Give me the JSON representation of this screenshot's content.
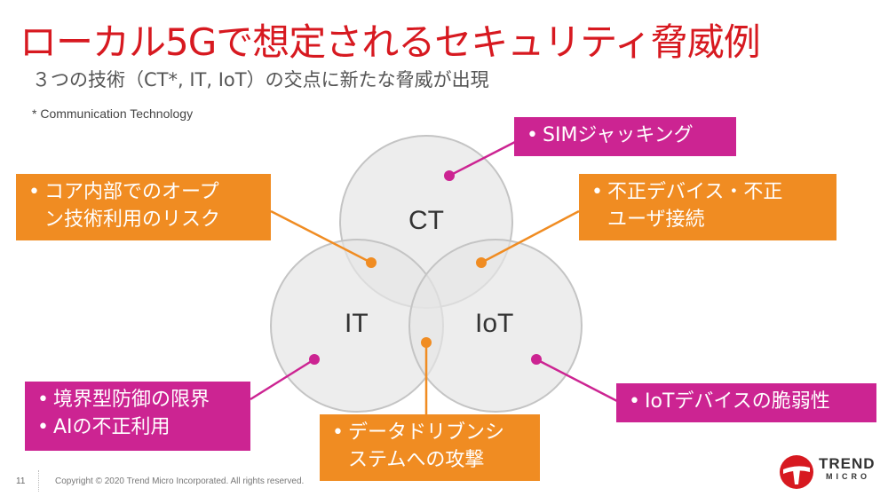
{
  "header": {
    "title": "ローカル5Gで想定されるセキュリティ脅威例",
    "subtitle": "３つの技術（CT*, IT, IoT）の交点に新たな脅威が出現",
    "footnote": "* Communication Technology"
  },
  "circles": {
    "ct": "CT",
    "it": "IT",
    "iot": "IoT"
  },
  "threats": {
    "sim": {
      "bullet": "•",
      "lines": [
        "SIMジャッキング"
      ]
    },
    "core": {
      "bullet": "•",
      "lines": [
        "コア内部でのオープ",
        "ン技術利用のリスク"
      ]
    },
    "device": {
      "bullet": "•",
      "lines": [
        "不正デバイス・不正",
        "ユーザ接続"
      ]
    },
    "boundary": {
      "bullet": "•",
      "lines": [
        "境界型防御の限界",
        "AIの不正利用"
      ]
    },
    "data": {
      "bullet": "•",
      "lines": [
        "データドリブンシ",
        "ステムへの攻撃"
      ]
    },
    "iotdev": {
      "bullet": "•",
      "lines": [
        "IoTデバイスの脆弱性"
      ]
    }
  },
  "footer": {
    "page": "11",
    "copyright": "Copyright © 2020 Trend Micro Incorporated. All rights reserved."
  },
  "logo": {
    "line1": "TREND",
    "line2": "MICRO"
  },
  "colors": {
    "title": "#d71920",
    "orange": "#f08c22",
    "magenta": "#cc2492",
    "circle_fill": "#e6e6e6"
  }
}
